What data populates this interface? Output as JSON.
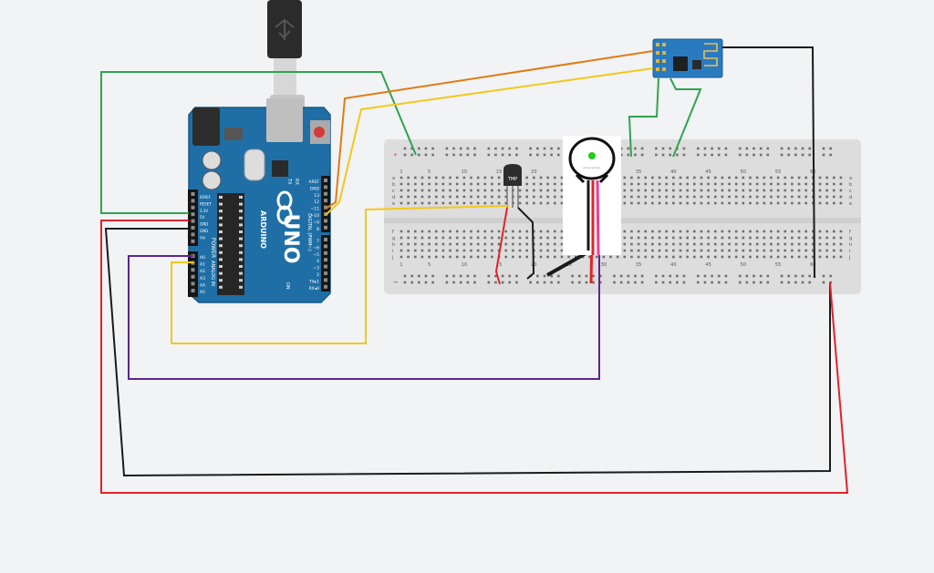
{
  "arduino": {
    "logo_text": "UNO",
    "brand_text": "ARDUINO",
    "power_header_label": "POWER",
    "analog_header_label": "ANALOG IN",
    "digital_header_label": "DIGITAL (PWM~)",
    "on_label": "ON",
    "tx_label": "TX",
    "rx_label": "RX",
    "power_pins": [
      "IOREF",
      "RESET",
      "3.3V",
      "5V",
      "GND",
      "GND",
      "Vin"
    ],
    "analog_pins": [
      "A0",
      "A1",
      "A2",
      "A3",
      "A4",
      "A5"
    ],
    "digital_pins_top": [
      "AREF",
      "GND",
      "13",
      "12",
      "~11",
      "~10",
      "~9",
      "8"
    ],
    "digital_pins_bottom": [
      "7",
      "~6",
      "~5",
      "4",
      "~3",
      "2",
      "TX▸1",
      "RX◂0"
    ],
    "board_color": "#1f6fa6"
  },
  "breadboard": {
    "column_numbers": [
      "1",
      "5",
      "10",
      "15",
      "20",
      "25",
      "30",
      "35",
      "40",
      "45",
      "50",
      "55",
      "60"
    ],
    "row_letters_top": [
      "a",
      "b",
      "c",
      "d",
      "e"
    ],
    "row_letters_bottom": [
      "f",
      "g",
      "h",
      "i",
      "j"
    ],
    "rail_plus": "+",
    "rail_minus": "−"
  },
  "tmp_sensor": {
    "label": "TMP"
  },
  "pulse_sensor": {
    "label": "pulse sensor"
  },
  "wifi_module": {
    "color": "#2a7ac0"
  },
  "wires": {
    "green": "#2ea44f",
    "orange": "#e07b14",
    "yellow": "#f2c81a",
    "red": "#e0232a",
    "black": "#1b1b1b",
    "purple": "#5a2590",
    "pink": "#e83e9a"
  }
}
